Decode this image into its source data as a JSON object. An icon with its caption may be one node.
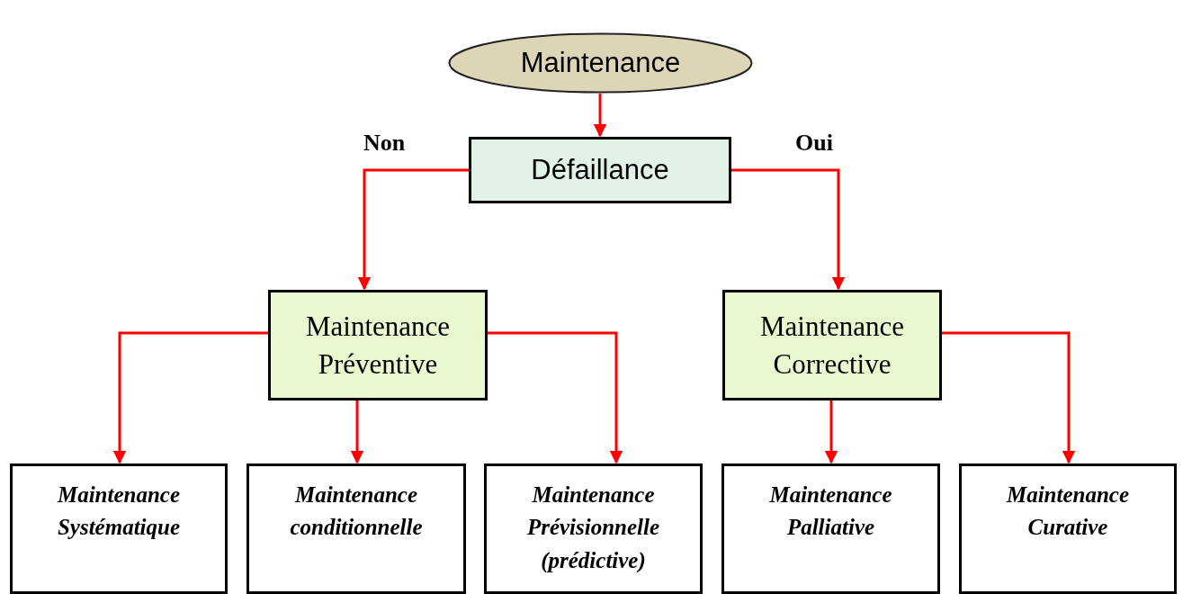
{
  "diagram": {
    "nodes": [
      {
        "text": [
          "Maintenance"
        ]
      },
      {
        "text": [
          "Défaillance"
        ]
      },
      {
        "text": [
          "Maintenance Préventive"
        ]
      },
      {
        "text": [
          "Maintenance Corrective"
        ]
      },
      {
        "text": [
          "Maintenance Systématique"
        ]
      },
      {
        "text": [
          "Maintenance conditionnelle"
        ]
      },
      {
        "text": [
          "Maintenance Prévisionnelle (prédictive)"
        ]
      },
      {
        "text": [
          "Maintenance Palliative"
        ]
      },
      {
        "text": [
          "Maintenance Curative"
        ]
      }
    ],
    "edges": [
      {
        "from": 0,
        "to": 1,
        "arrow": "to"
      },
      {
        "from": 1,
        "to": 2,
        "arrow": "to",
        "label": "Non"
      },
      {
        "from": 1,
        "to": 3,
        "arrow": "to",
        "label": "Oui"
      },
      {
        "from": 2,
        "to": 4,
        "arrow": "to"
      },
      {
        "from": 2,
        "to": 5,
        "arrow": "to"
      },
      {
        "from": 2,
        "to": 6,
        "arrow": "to"
      },
      {
        "from": 3,
        "to": 7,
        "arrow": "to"
      },
      {
        "from": 3,
        "to": 8,
        "arrow": "to"
      }
    ]
  }
}
